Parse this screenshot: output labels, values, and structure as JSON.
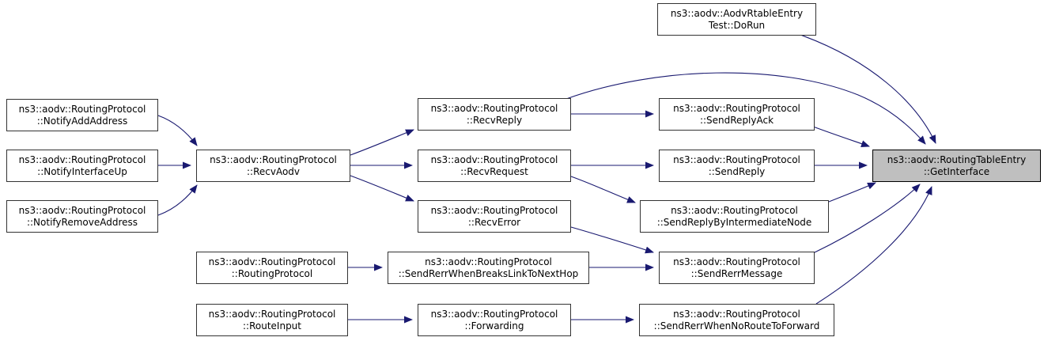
{
  "diagram": {
    "type": "call-graph",
    "focus_function": "ns3::aodv::RoutingTableEntry::GetInterface"
  },
  "colors": {
    "edge": "#191970",
    "node_bg": "#ffffff",
    "node_border": "#333333",
    "highlight_bg": "#bfbfbf",
    "highlight_border": "#000000"
  },
  "nodes": {
    "dorun": {
      "line1": "ns3::aodv::AodvRtableEntry",
      "line2": "Test::DoRun"
    },
    "notify_add": {
      "line1": "ns3::aodv::RoutingProtocol",
      "line2": "::NotifyAddAddress"
    },
    "notify_up": {
      "line1": "ns3::aodv::RoutingProtocol",
      "line2": "::NotifyInterfaceUp"
    },
    "notify_remove": {
      "line1": "ns3::aodv::RoutingProtocol",
      "line2": "::NotifyRemoveAddress"
    },
    "recv_aodv": {
      "line1": "ns3::aodv::RoutingProtocol",
      "line2": "::RecvAodv"
    },
    "recv_reply": {
      "line1": "ns3::aodv::RoutingProtocol",
      "line2": "::RecvReply"
    },
    "recv_request": {
      "line1": "ns3::aodv::RoutingProtocol",
      "line2": "::RecvRequest"
    },
    "recv_error": {
      "line1": "ns3::aodv::RoutingProtocol",
      "line2": "::RecvError"
    },
    "send_reply_ack": {
      "line1": "ns3::aodv::RoutingProtocol",
      "line2": "::SendReplyAck"
    },
    "send_reply": {
      "line1": "ns3::aodv::RoutingProtocol",
      "line2": "::SendReply"
    },
    "send_reply_by_intermediate_node": {
      "line1": "ns3::aodv::RoutingProtocol",
      "line2": "::SendReplyByIntermediateNode"
    },
    "send_rerr_message": {
      "line1": "ns3::aodv::RoutingProtocol",
      "line2": "::SendRerrMessage"
    },
    "routing_protocol": {
      "line1": "ns3::aodv::RoutingProtocol",
      "line2": "::RoutingProtocol"
    },
    "send_rerr_when_breaks": {
      "line1": "ns3::aodv::RoutingProtocol",
      "line2": "::SendRerrWhenBreaksLinkToNextHop"
    },
    "route_input": {
      "line1": "ns3::aodv::RoutingProtocol",
      "line2": "::RouteInput"
    },
    "forwarding": {
      "line1": "ns3::aodv::RoutingProtocol",
      "line2": "::Forwarding"
    },
    "send_rerr_no_route": {
      "line1": "ns3::aodv::RoutingProtocol",
      "line2": "::SendRerrWhenNoRouteToForward"
    },
    "get_interface": {
      "line1": "ns3::aodv::RoutingTableEntry",
      "line2": "::GetInterface"
    }
  },
  "edges": [
    {
      "from": "dorun",
      "to": "get_interface"
    },
    {
      "from": "notify_add",
      "to": "recv_aodv"
    },
    {
      "from": "notify_up",
      "to": "recv_aodv"
    },
    {
      "from": "notify_remove",
      "to": "recv_aodv"
    },
    {
      "from": "recv_aodv",
      "to": "recv_reply"
    },
    {
      "from": "recv_aodv",
      "to": "recv_request"
    },
    {
      "from": "recv_aodv",
      "to": "recv_error"
    },
    {
      "from": "recv_reply",
      "to": "send_reply_ack"
    },
    {
      "from": "recv_reply",
      "to": "get_interface"
    },
    {
      "from": "recv_request",
      "to": "send_reply"
    },
    {
      "from": "recv_request",
      "to": "send_reply_by_intermediate_node"
    },
    {
      "from": "recv_error",
      "to": "send_rerr_message"
    },
    {
      "from": "send_reply_ack",
      "to": "get_interface"
    },
    {
      "from": "send_reply",
      "to": "get_interface"
    },
    {
      "from": "send_reply_by_intermediate_node",
      "to": "get_interface"
    },
    {
      "from": "send_rerr_message",
      "to": "get_interface"
    },
    {
      "from": "routing_protocol",
      "to": "send_rerr_when_breaks"
    },
    {
      "from": "send_rerr_when_breaks",
      "to": "send_rerr_message"
    },
    {
      "from": "route_input",
      "to": "forwarding"
    },
    {
      "from": "forwarding",
      "to": "send_rerr_no_route"
    },
    {
      "from": "send_rerr_no_route",
      "to": "get_interface"
    }
  ]
}
